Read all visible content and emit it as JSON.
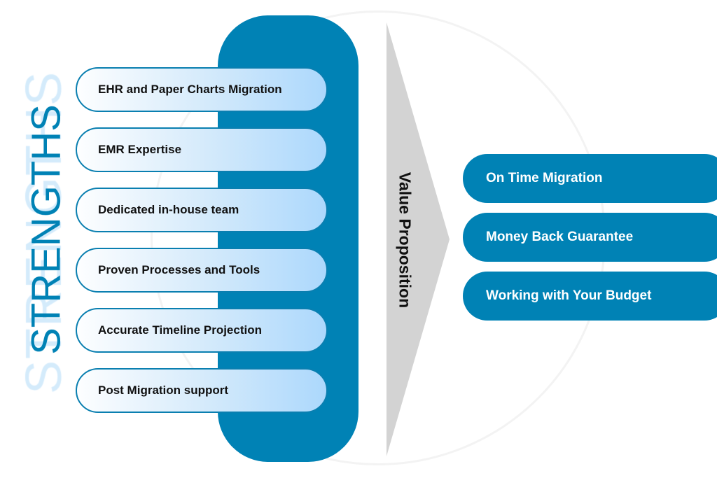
{
  "strengths_heading": "STRENGTHS",
  "strengths": [
    "EHR and Paper Charts Migration",
    "EMR Expertise",
    "Dedicated in-house team",
    "Proven Processes and Tools",
    "Accurate Timeline Projection",
    "Post Migration support"
  ],
  "value_label": "Value Proposition",
  "values": [
    "On Time Migration",
    "Money Back Guarantee",
    "Working with Your Budget"
  ],
  "colors": {
    "primary": "#0082b5",
    "watermark": "#d4ebfb",
    "arrow": "#d3d3d3"
  }
}
